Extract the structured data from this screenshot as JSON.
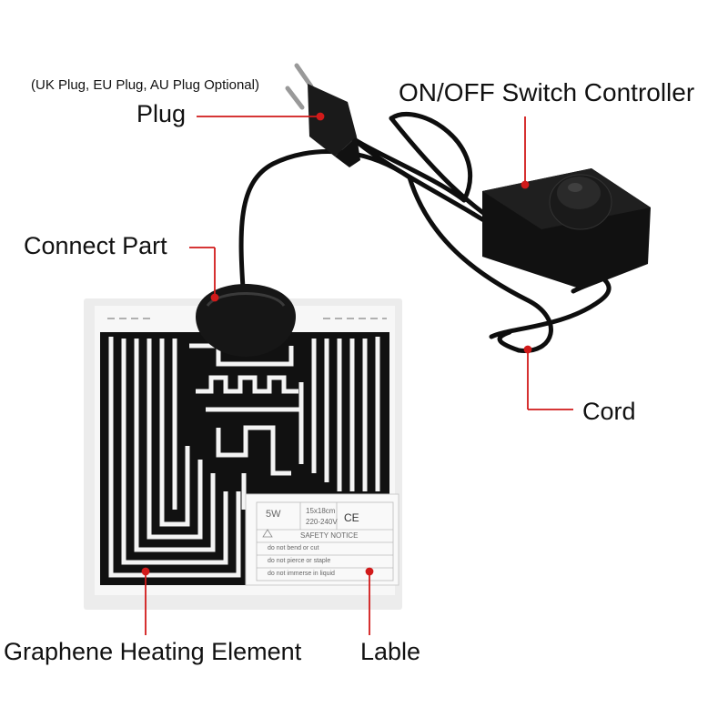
{
  "labels": {
    "plug_note": "(UK Plug, EU Plug, AU Plug Optional)",
    "plug": "Plug",
    "switch": "ON/OFF Switch Controller",
    "connect": "Connect Part",
    "cord": "Cord",
    "graphene": "Graphene Heating Element",
    "lable": "Lable"
  },
  "sticker": {
    "power": "5W",
    "size": "15x18cm",
    "ce": "CE",
    "voltage": "220-240V",
    "notice": "SAFETY NOTICE",
    "rule1": "do not bend or cut",
    "rule2": "do not pierce or staple",
    "rule3": "do not immerse in liquid"
  },
  "colors": {
    "pointer": "#d11a1a",
    "pad_trace": "#111111",
    "pad_base": "#f2f2f2",
    "cable": "#0d0d0d"
  }
}
